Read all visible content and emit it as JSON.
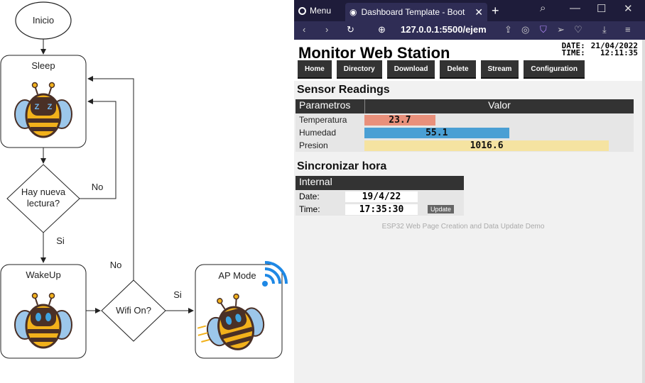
{
  "flowchart": {
    "nodes": {
      "inicio": "Inicio",
      "sleep": "Sleep",
      "decision_lectura": [
        "Hay nueva",
        "lectura?"
      ],
      "wakeup": "WakeUp",
      "decision_wifi": "Wifi On?",
      "ap_mode": "AP Mode"
    },
    "edge_labels": {
      "no_lectura": "No",
      "si_lectura": "Si",
      "no_wifi": "No",
      "si_wifi": "Si"
    },
    "colors": {
      "bee_yellow": "#f2b11b",
      "bee_dark": "#4a3026",
      "bee_wing": "#9cc7ea",
      "eye_blue": "#3fa3e0",
      "wifi_blue": "#1e88e5"
    }
  },
  "browser": {
    "menu_label": "Menu",
    "tab_title": "Dashboard Template - Boot",
    "url": "127.0.0.1:5500/ejem"
  },
  "page": {
    "title": "Monitor Web Station",
    "date_label": "DATE:",
    "date_value": "21/04/2022",
    "time_label": "TIME:",
    "time_value": "12:11:35",
    "nav": [
      "Home",
      "Directory",
      "Download",
      "Delete",
      "Stream",
      "Configuration"
    ],
    "sensor_title": "Sensor Readings",
    "sensor_headers": [
      "Parametros",
      "Valor"
    ],
    "sensors": [
      {
        "name": "Temperatura",
        "value": "23.7",
        "level": 0.27,
        "color": "#e9907b"
      },
      {
        "name": "Humedad",
        "value": "55.1",
        "level": 0.55,
        "color": "#4a9fd4"
      },
      {
        "name": "Presion",
        "value": "1016.6",
        "level": 0.93,
        "color": "#f5e3a1"
      }
    ],
    "sync_title": "Sincronizar hora",
    "sync_header": "Internal",
    "sync_date_label": "Date:",
    "sync_date": "19/4/22",
    "sync_time_label": "Time:",
    "sync_time": "17:35:30",
    "update_label": "Update",
    "footer": "ESP32 Web Page Creation and Data Update Demo"
  }
}
